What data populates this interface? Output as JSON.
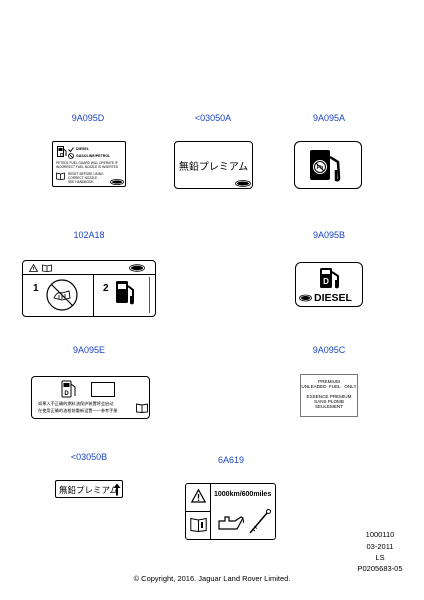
{
  "labels": [
    {
      "code": "9A095D"
    },
    {
      "code": "<03050A"
    },
    {
      "code": "9A095A"
    },
    {
      "code": "102A18"
    },
    {
      "code": "9A095B"
    },
    {
      "code": "9A095E"
    },
    {
      "code": "9A095C"
    },
    {
      "code": "<03050B"
    },
    {
      "code": "6A619"
    }
  ],
  "label_9A095D": {
    "diesel": "DIESEL",
    "gasoline": "GASOLINE/PETROL",
    "warning_1": "PETROL FUEL GUARD WILL OPERATE IF",
    "warning_2": "INCORRECT FUEL NOZZLE IS INSERTED",
    "reset_1": "RESET BEFORE USING",
    "reset_2": "CORRECT NOZZLE -",
    "reset_3": "SEE HANDBOOK"
  },
  "label_03050A": {
    "text": "無鉛プレミアム"
  },
  "label_102A18": {
    "step1": "1",
    "step2": "2"
  },
  "label_9A095B": {
    "text": "DIESEL"
  },
  "label_9A095E": {
    "line1": "如果入不正确的燃料油保护装置将会启动",
    "line2": "在使用正确的油枪前重新设置——参考手册"
  },
  "label_9A095C": {
    "line1": "PREMIUM",
    "line2": "UNLEADED  FUEL   ONLY",
    "line3": "ESSENCE  PREMIUM",
    "line4": "SANS  PLOMB",
    "line5": "SEULEMENT"
  },
  "label_03050B": {
    "text": "無鉛プレミアム"
  },
  "label_6A619": {
    "interval": "1000km/600miles"
  },
  "footer": {
    "ref": "1000110",
    "date": "03-2011",
    "region": "LS",
    "part": "P0205683-05"
  },
  "copyright": "© Copyright, 2016. Jaguar Land Rover Limited."
}
